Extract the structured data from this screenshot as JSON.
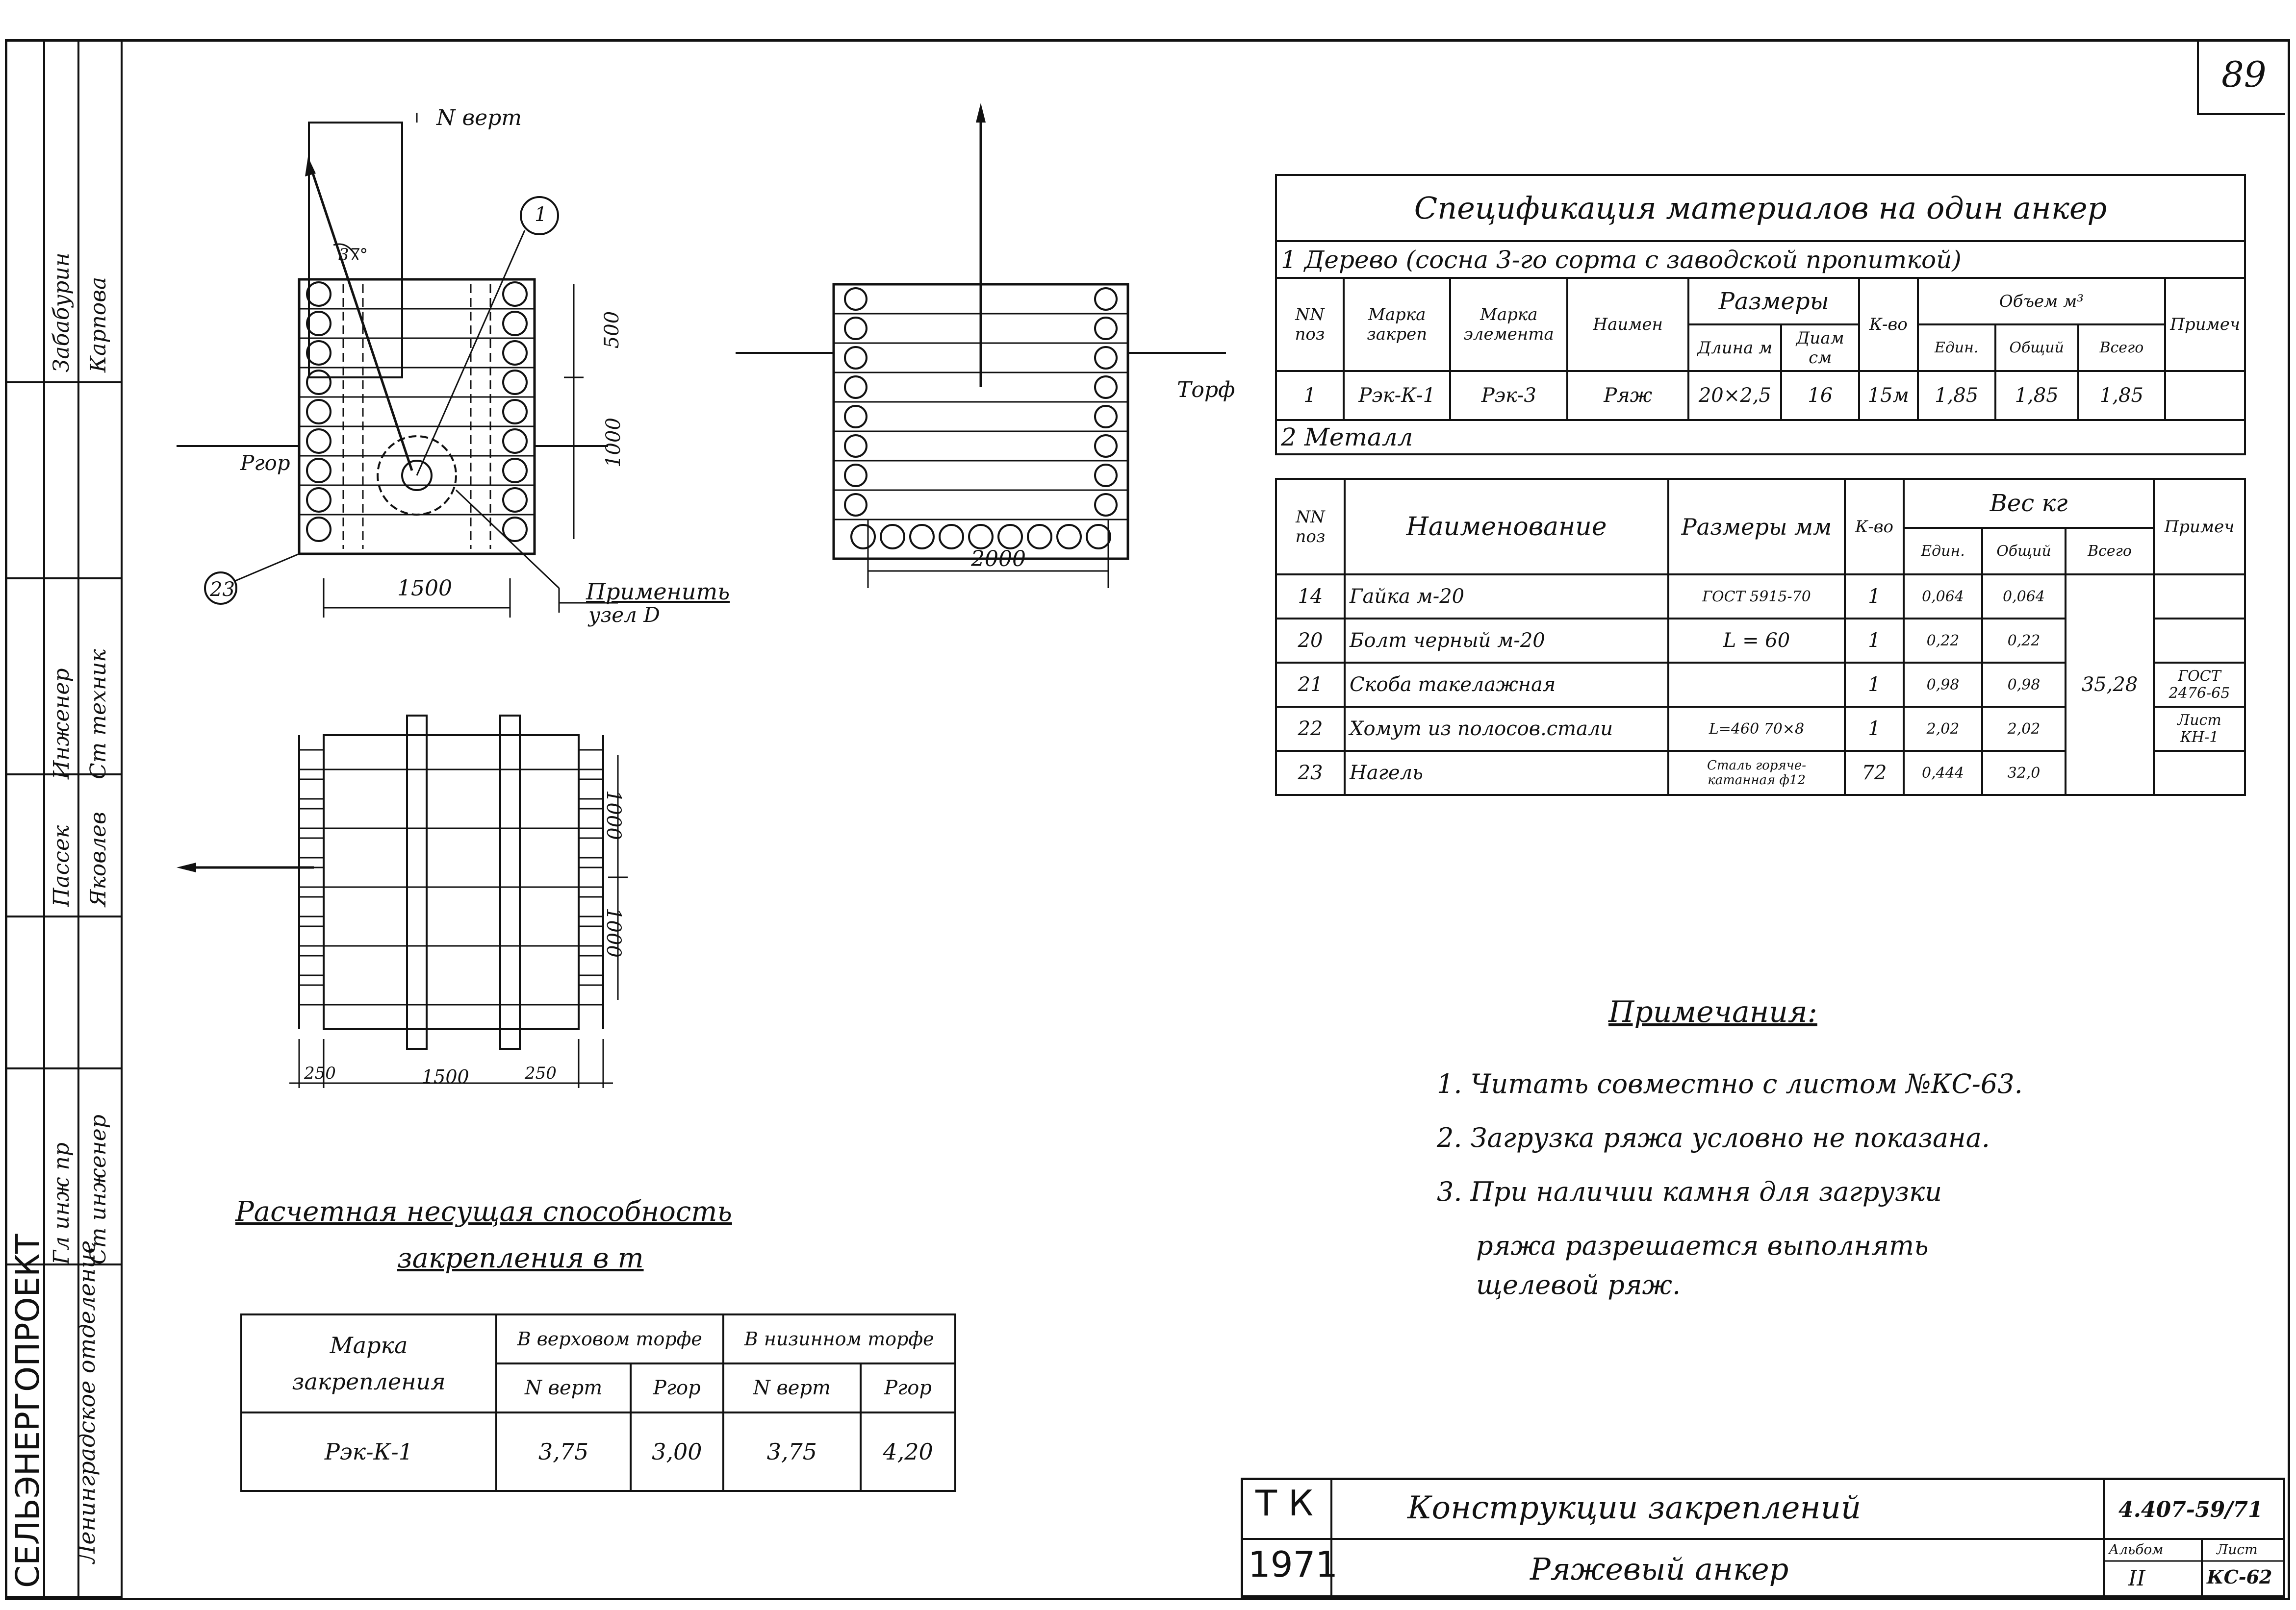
{
  "sheet": {
    "page_number": "89"
  },
  "side_stamp": {
    "org": "СЕЛЬЭНЕРГОПРОЕКТ",
    "dept": "Ленинградское отделение",
    "roles": [
      "Гл инж пр",
      "Ст инженер",
      "Пассек",
      "Яковлев",
      "Инженер",
      "Ст техник",
      "Забабурин",
      "Карпова"
    ]
  },
  "plan_top": {
    "force_label": "N верт",
    "angle_label": "37°",
    "rgor_label": "Pгор",
    "callout_1": "1",
    "callout_23": "23",
    "dim_500": "500",
    "dim_1000": "1000",
    "dim_1500": "1500",
    "apply_label_1": "Применить",
    "apply_label_2": "узел D"
  },
  "elevation": {
    "peat_label": "Торф",
    "dim_2000": "2000"
  },
  "plan_bottom": {
    "dim_1000a": "1000",
    "dim_1000b": "1000",
    "dim_250a": "250",
    "dim_1500": "1500",
    "dim_250b": "250"
  },
  "spec": {
    "title": "Спецификация материалов на один анкер",
    "section1": "1  Дерево (сосна 3-го сорта с заводской пропиткой)",
    "h_pos": "NN поз",
    "h_mark_fix": "Марка закреп",
    "h_mark_el": "Марка элемента",
    "h_name": "Наимен",
    "h_sizes": "Размеры",
    "h_len": "Длина м",
    "h_diam": "Диам см",
    "h_qty": "К-во",
    "h_volume": "Объем м³",
    "h_unit": "Един.",
    "h_total": "Общий",
    "h_all": "Всего",
    "h_note": "Примеч",
    "wood_row": [
      "1",
      "Рэк-К-1",
      "Рэк-3",
      "Ряж",
      "20×2,5",
      "16",
      "15м",
      "1,85",
      "1,85",
      "1,85",
      ""
    ],
    "section2": "2  Металл",
    "m_h_pos": "NN поз",
    "m_h_name": "Наименование",
    "m_h_sizes": "Размеры мм",
    "m_h_qty": "К-во",
    "m_h_weight": "Вес кг",
    "m_h_unit": "Един.",
    "m_h_total": "Общий",
    "m_h_all": "Всего",
    "m_h_note": "Примеч",
    "metal_rows": [
      {
        "pos": "14",
        "name": "Гайка м-20",
        "size": "ГОСТ 5915-70",
        "qty": "1",
        "unit": "0,064",
        "total": "0,064",
        "note": ""
      },
      {
        "pos": "20",
        "name": "Болт черный м-20",
        "size": "L = 60",
        "qty": "1",
        "unit": "0,22",
        "total": "0,22",
        "note": ""
      },
      {
        "pos": "21",
        "name": "Скоба такелажная",
        "size": "",
        "qty": "1",
        "unit": "0,98",
        "total": "0,98",
        "note": "ГОСТ 2476-65"
      },
      {
        "pos": "22",
        "name": "Хомут из полосов.стали",
        "size": "L=460 70×8",
        "qty": "1",
        "unit": "2,02",
        "total": "2,02",
        "note": "Лист КН-1"
      },
      {
        "pos": "23",
        "name": "Нагель",
        "size": "Сталь горяче-катанная ф12",
        "qty": "72",
        "unit": "0,444",
        "total": "32,0",
        "note": ""
      }
    ],
    "metal_all": "35,28"
  },
  "notes": {
    "title": "Примечания:",
    "items": [
      "1.  Читать совместно с листом №КС-63.",
      "2.  Загрузка ряжа условно не показана.",
      "3.  При наличии камня для загрузки",
      "ряжа разрешается выполнять",
      "щелевой ряж."
    ]
  },
  "capacity": {
    "title_1": "Расчетная несущая способность",
    "title_2": "закрепления в т",
    "h_mark": "Марка",
    "h_mark2": "закрепления",
    "h_upper": "В верховом торфе",
    "h_lower": "В низинном торфе",
    "h_nvert1": "N верт",
    "h_rgor1": "Pгор",
    "h_nvert2": "N верт",
    "h_rgor2": "Pгор",
    "row": [
      "Рэк-К-1",
      "3,75",
      "3,00",
      "3,75",
      "4,20"
    ]
  },
  "title_block": {
    "tk": "Т К",
    "year": "1971",
    "title_1": "Конструкции закреплений",
    "title_2": "Ряжевый анкер",
    "code": "4.407-59/71",
    "album": "Альбом",
    "album_no": "II",
    "sheet_lbl": "Лист",
    "sheet_no": "КС-62"
  }
}
